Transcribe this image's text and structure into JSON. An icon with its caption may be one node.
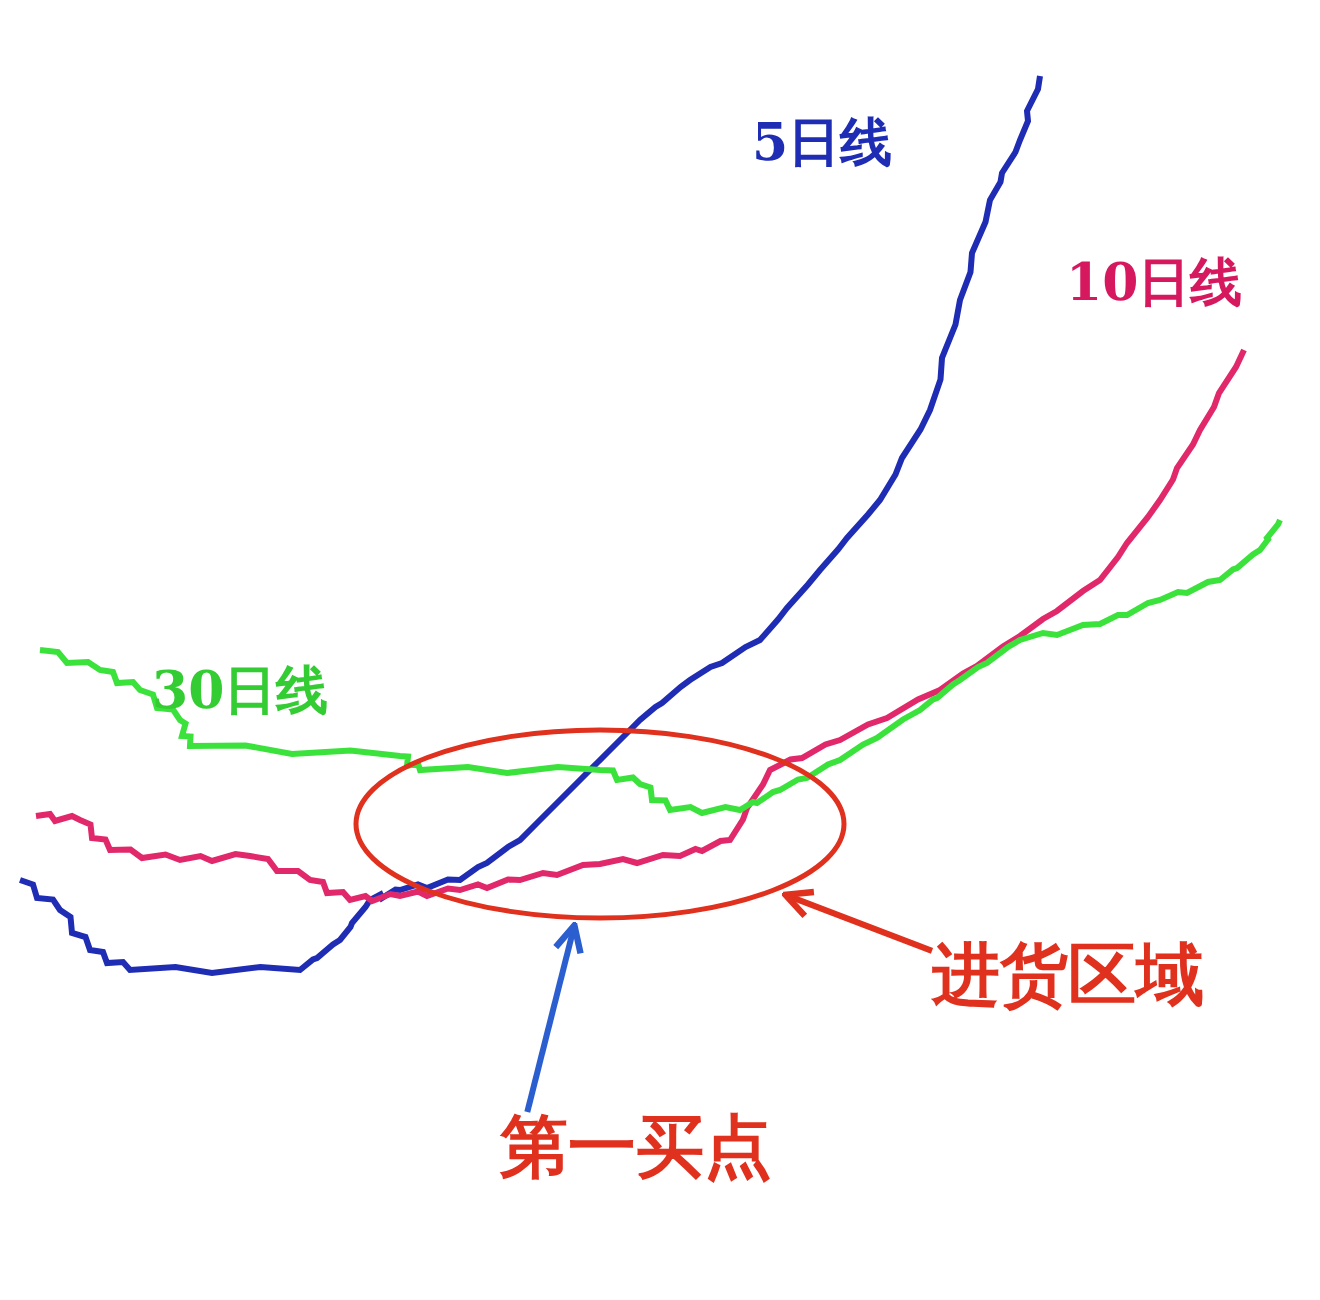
{
  "diagram": {
    "nodes": [
      {
        "text": [],
        "shape": "ellipse"
      },
      {
        "text": [
          "进货区域"
        ]
      },
      {
        "text": [
          "第一买点"
        ]
      }
    ],
    "edges": [
      {
        "from": 1,
        "to": 0,
        "arrow": "to",
        "color": "#e0301e"
      },
      {
        "from": 2,
        "to": 0,
        "arrow": "to",
        "color": "#2b5fd0"
      }
    ],
    "labels": [
      "5日线",
      "10日线",
      "30日线"
    ]
  }
}
